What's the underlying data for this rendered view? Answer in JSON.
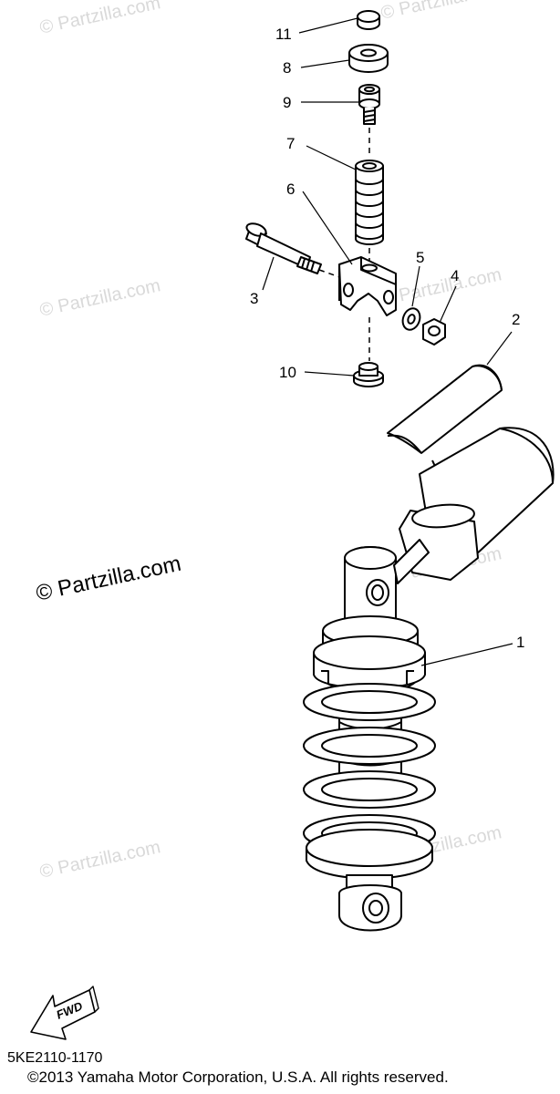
{
  "watermarks": {
    "repeated": "© Partzilla.com",
    "main": "© Partzilla.com"
  },
  "callouts": {
    "n1": "1",
    "n2": "2",
    "n3": "3",
    "n4": "4",
    "n5": "5",
    "n6": "6",
    "n7": "7",
    "n8": "8",
    "n9": "9",
    "n10": "10",
    "n11": "11"
  },
  "fwd_label": "FWD",
  "footer": {
    "diagram_code": "5KE2110-1170",
    "copyright": "©2013  Yamaha Motor Corporation, U.S.A. All rights reserved."
  }
}
